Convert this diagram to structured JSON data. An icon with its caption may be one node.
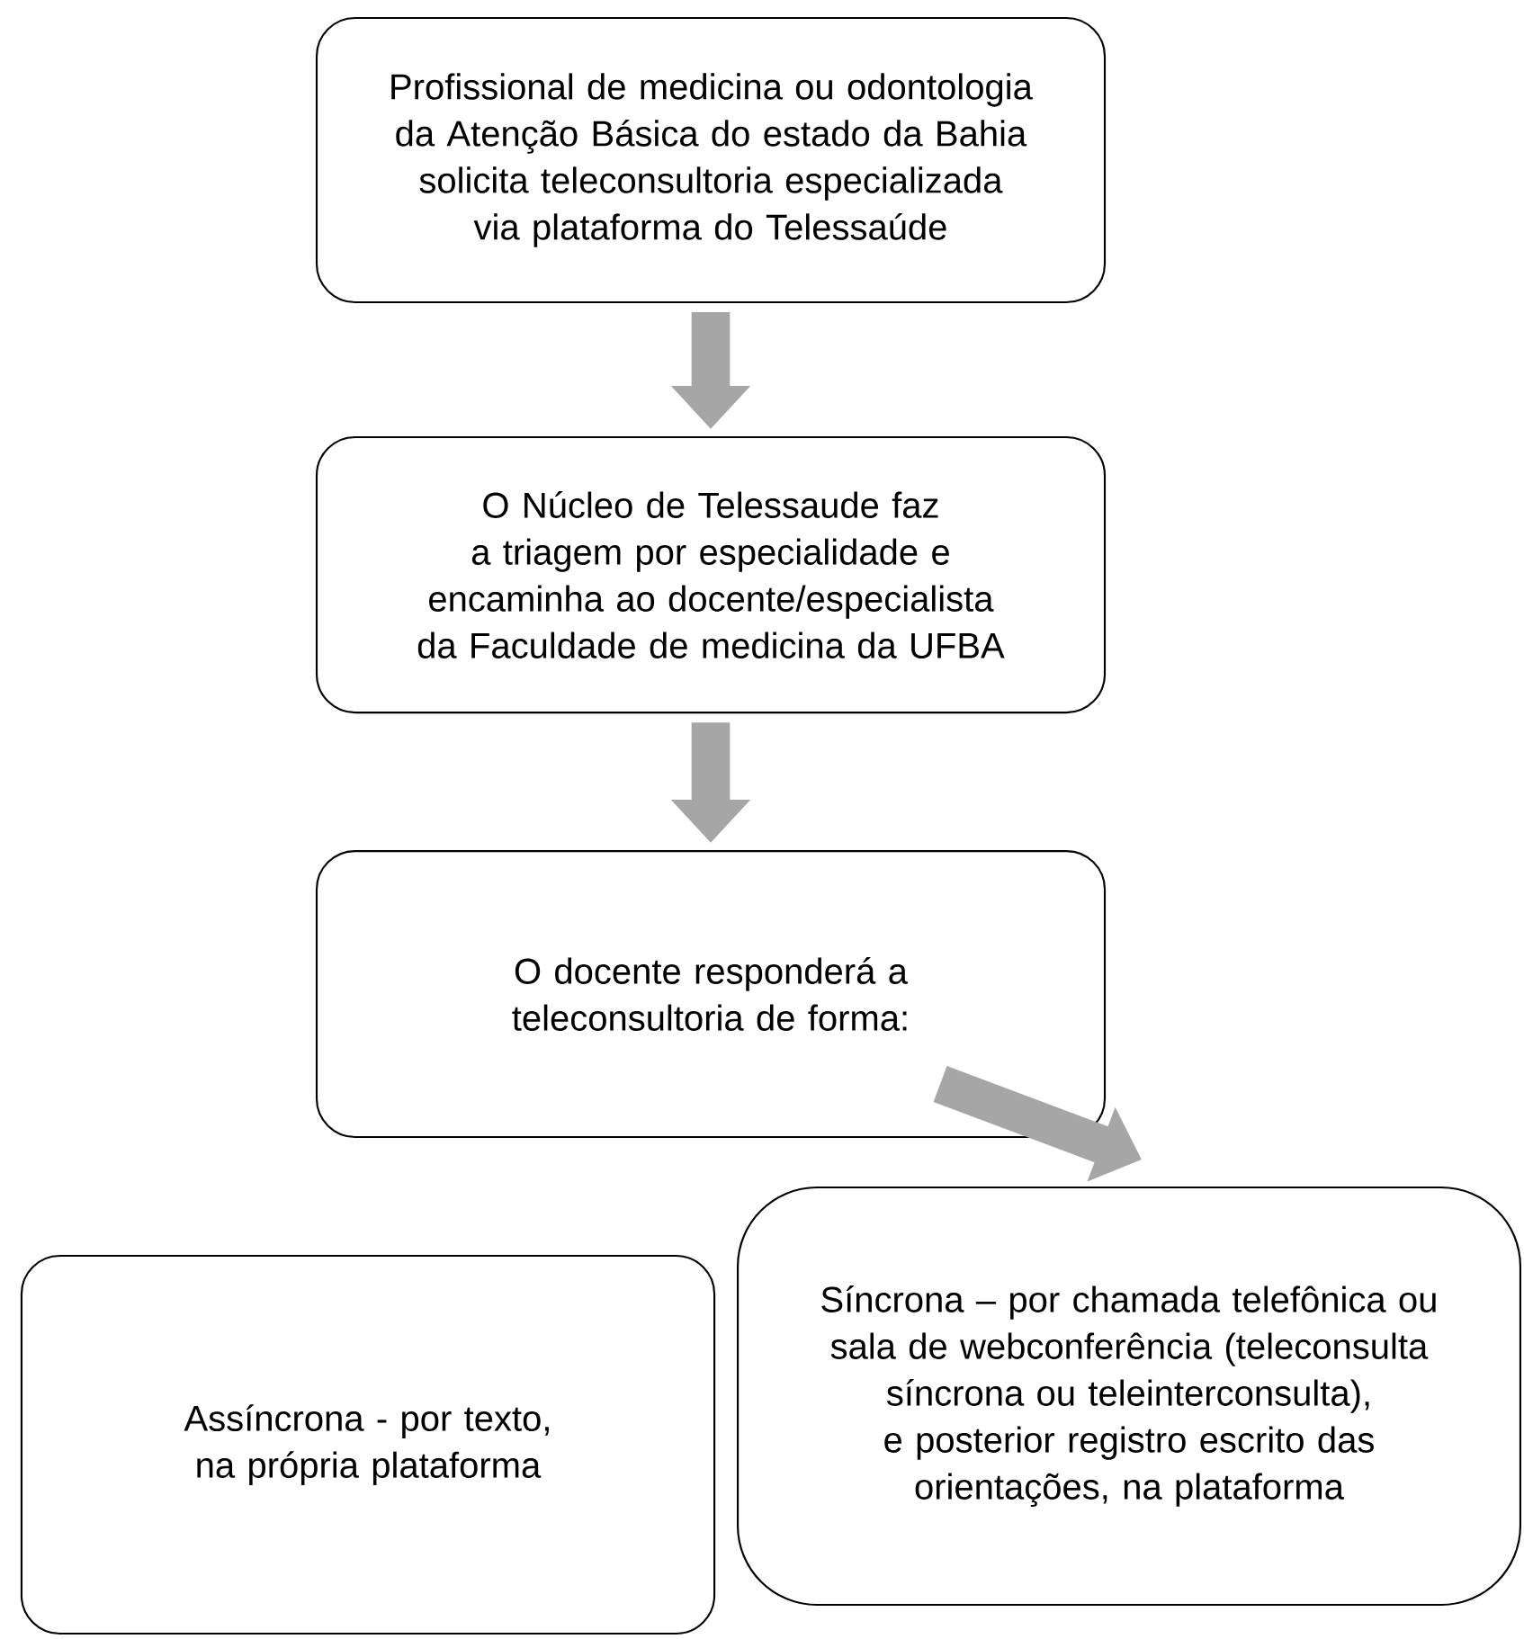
{
  "diagram": {
    "nodes": [
      {
        "text": [
          "Profissional de medicina ou odontologia da Atenção Básica do estado da Bahia solicita teleconsultoria especializada via plataforma do Telessaúde"
        ]
      },
      {
        "text": [
          "O Núcleo de Telessaude faz a triagem por especialidade e encaminha ao docente/especialista da Faculdade de medicina da UFBA"
        ]
      },
      {
        "text": [
          "O docente  responderá a teleconsultoria  de forma:"
        ]
      },
      {
        "text": [
          "Assíncrona - por texto, na própria plataforma"
        ]
      },
      {
        "text": [
          "Síncrona – por chamada telefônica ou sala de webconferência (teleconsulta síncrona ou teleinterconsulta), e posterior registro escrito das orientações, na plataforma"
        ]
      }
    ],
    "edges": [
      {
        "from": 0,
        "to": 1,
        "arrow": "to"
      },
      {
        "from": 1,
        "to": 2,
        "arrow": "to"
      },
      {
        "from": 2,
        "to": 4,
        "arrow": "to"
      }
    ]
  }
}
